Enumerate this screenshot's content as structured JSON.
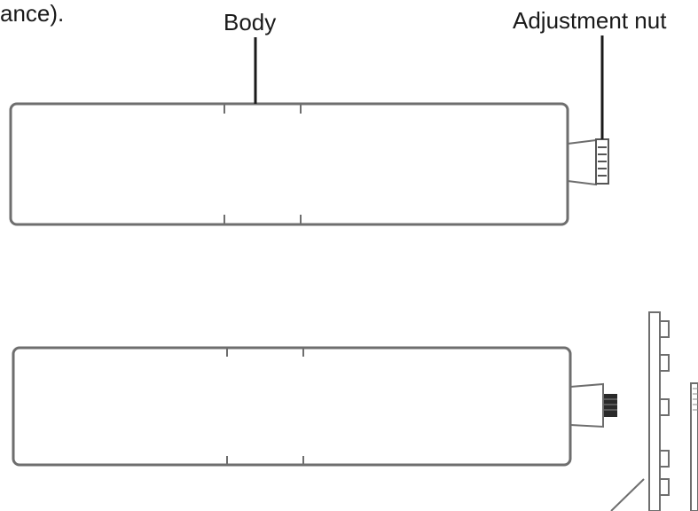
{
  "intro_text": "ance).",
  "labels": {
    "body": "Body",
    "adjustment_nut": "Adjustment nut"
  },
  "colors": {
    "outline": "#6e6e6e",
    "leader": "#1a1a1a",
    "text": "#1a1a1a",
    "nut_fill": "#2a2a2a"
  }
}
